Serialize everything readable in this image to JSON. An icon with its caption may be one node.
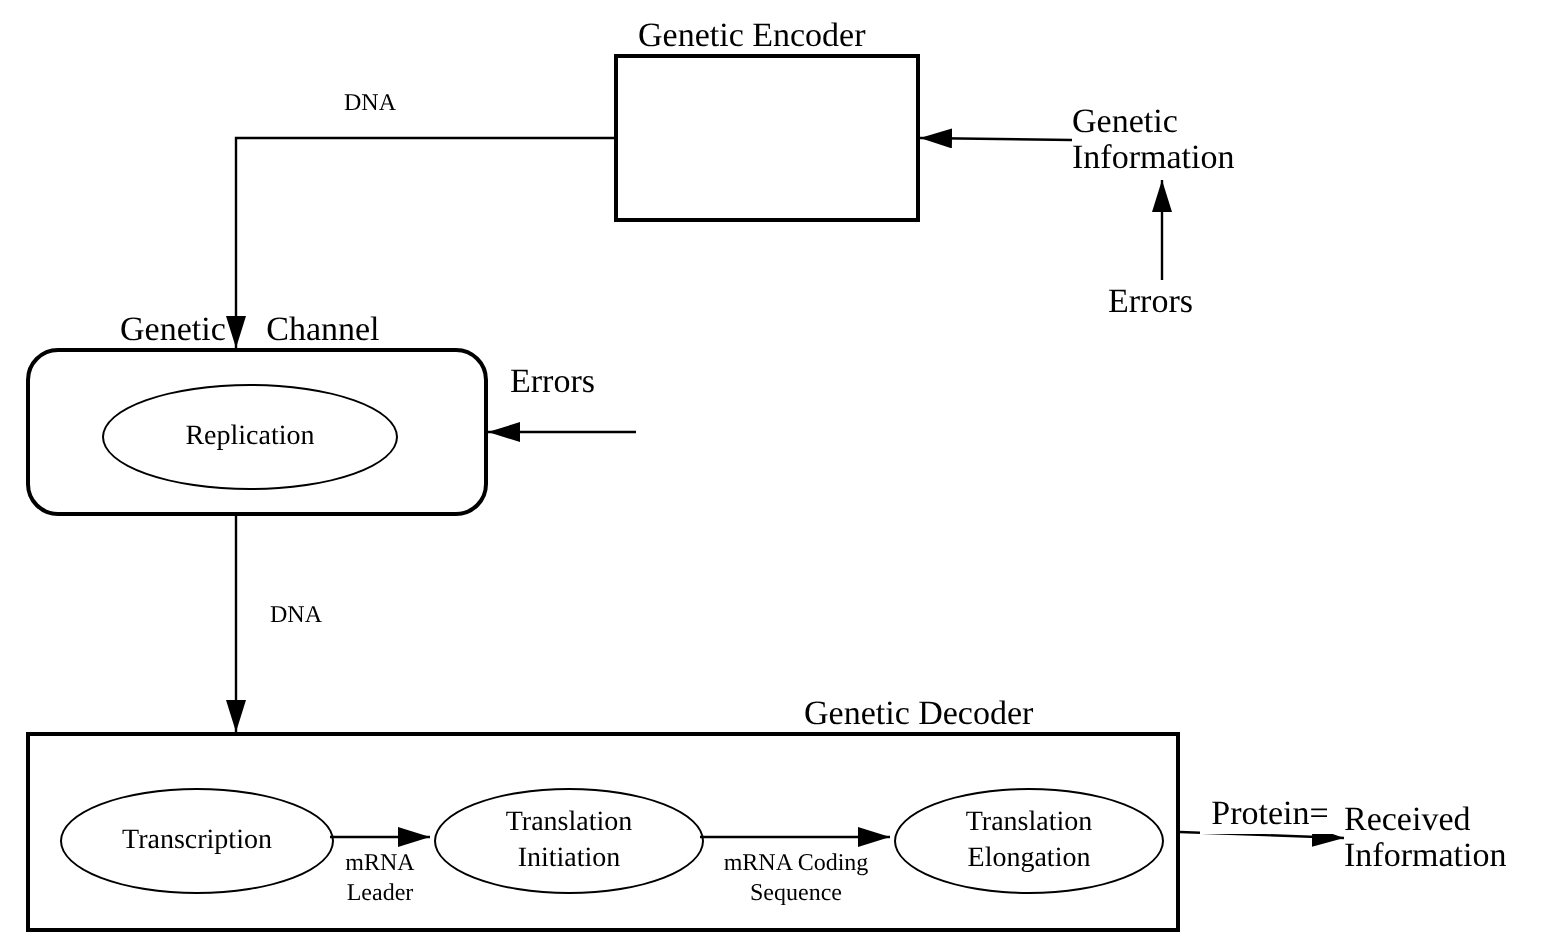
{
  "diagram": {
    "nodes": [
      {
        "text": [
          "Genetic Encoder"
        ]
      },
      {
        "text": [
          "Genetic Information"
        ]
      },
      {
        "text": [
          "Errors"
        ]
      },
      {
        "text": [
          "Genetic Channel"
        ]
      },
      {
        "text": [
          "Replication"
        ],
        "in": 3
      },
      {
        "text": [
          "Genetic Decoder"
        ]
      },
      {
        "text": [
          "Transcription"
        ],
        "in": 5
      },
      {
        "text": [
          "Translation Initiation"
        ],
        "in": 5
      },
      {
        "text": [
          "Translation Elongation"
        ],
        "in": 5
      },
      {
        "text": [
          "Received Information"
        ]
      }
    ],
    "edges": [
      {
        "from": 0,
        "to": 3,
        "arrow": "to",
        "label": "DNA"
      },
      {
        "from": 1,
        "to": 0,
        "arrow": "to"
      },
      {
        "from": 2,
        "to": 1,
        "arrow": "to"
      },
      {
        "from": null,
        "to": 3,
        "arrow": "to"
      },
      {
        "from": 3,
        "to": 5,
        "arrow": "to",
        "label": "DNA"
      },
      {
        "from": 6,
        "to": 7,
        "arrow": "to",
        "label": "mRNA Leader"
      },
      {
        "from": 7,
        "to": 8,
        "arrow": "to",
        "label": "mRNA Coding Sequence"
      },
      {
        "from": 5,
        "to": 9,
        "arrow": "to",
        "label": "Protein="
      }
    ],
    "labels": [
      "Errors"
    ]
  }
}
